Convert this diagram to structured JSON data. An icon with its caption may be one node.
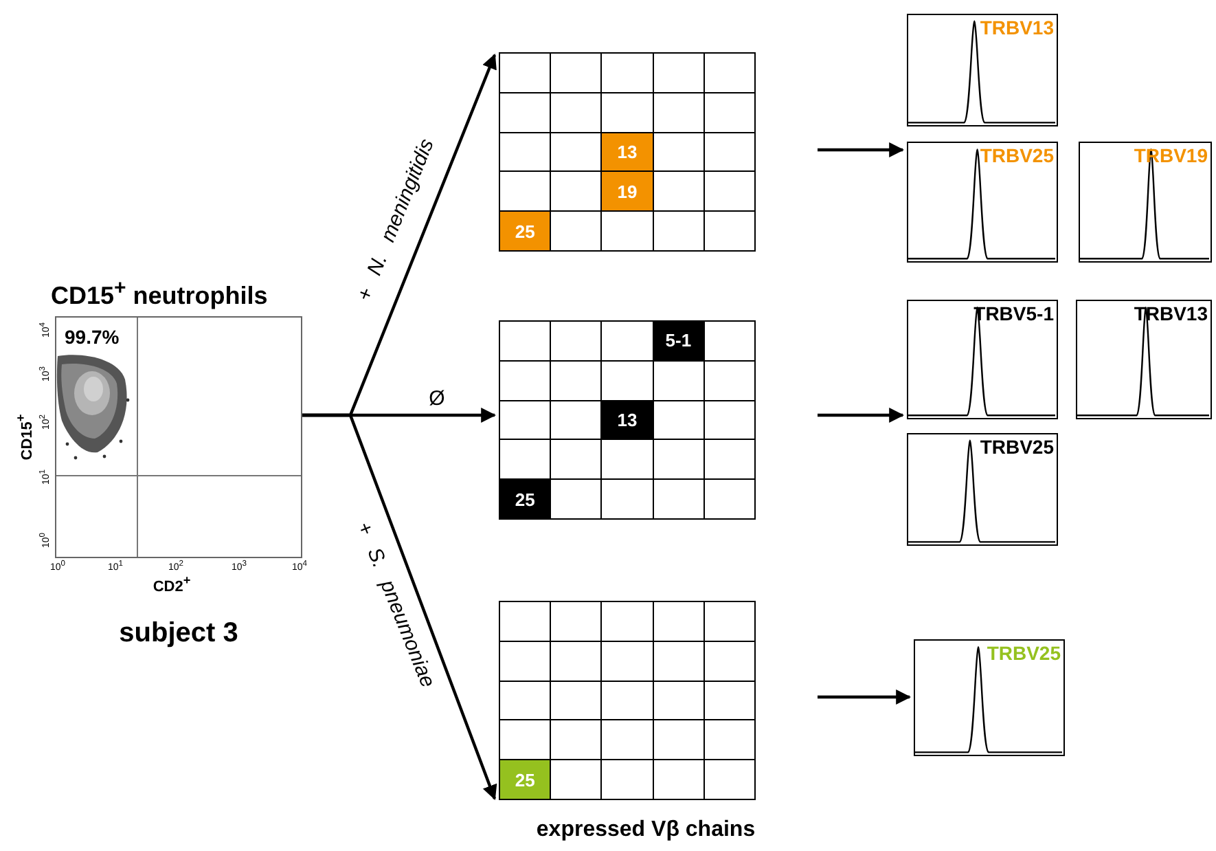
{
  "diagram": {
    "nodes": [
      {
        "text": [
          "CD15$^{+}$ neutrophils",
          "99.7%"
        ],
        "beside": [
          "CD15$^{+}$",
          "10$^{4}$",
          "10$^{3}$",
          "10$^{2}$",
          "10$^{1}$",
          "10$^{0}$",
          "10$^{0}$",
          "10$^{1}$",
          "10$^{2}$",
          "10$^{3}$",
          "10$^{4}$",
          "CD2$^{+}$"
        ]
      },
      {
        "text": [
          "13",
          "19",
          "25"
        ]
      },
      {
        "text": [
          "5-1",
          "13",
          "25"
        ]
      },
      {
        "text": [
          "25"
        ]
      },
      {
        "text": [
          "TRBV13"
        ]
      },
      {
        "text": [
          "TRBV25"
        ]
      },
      {
        "text": [
          "TRBV19"
        ]
      },
      {
        "text": [
          "TRBV5-1"
        ]
      },
      {
        "text": [
          "TRBV13"
        ]
      },
      {
        "text": [
          "TRBV25"
        ]
      },
      {
        "text": [
          "TRBV25"
        ]
      }
    ],
    "edges": [
      {
        "from": 0,
        "to": 1,
        "arrow": "to",
        "label": "+ *N. meningitidis*"
      },
      {
        "from": 0,
        "to": 2,
        "arrow": "to",
        "label": "Ø"
      },
      {
        "from": 0,
        "to": 3,
        "arrow": "to",
        "label": "+ *S. pneumoniae*"
      },
      {
        "from": 1,
        "to": 5,
        "arrow": "to"
      },
      {
        "from": 2,
        "to": 7,
        "arrow": "to"
      },
      {
        "from": 3,
        "to": 10,
        "arrow": "to"
      }
    ],
    "labels": [
      "subject 3",
      "expressed Vβ chains"
    ]
  }
}
